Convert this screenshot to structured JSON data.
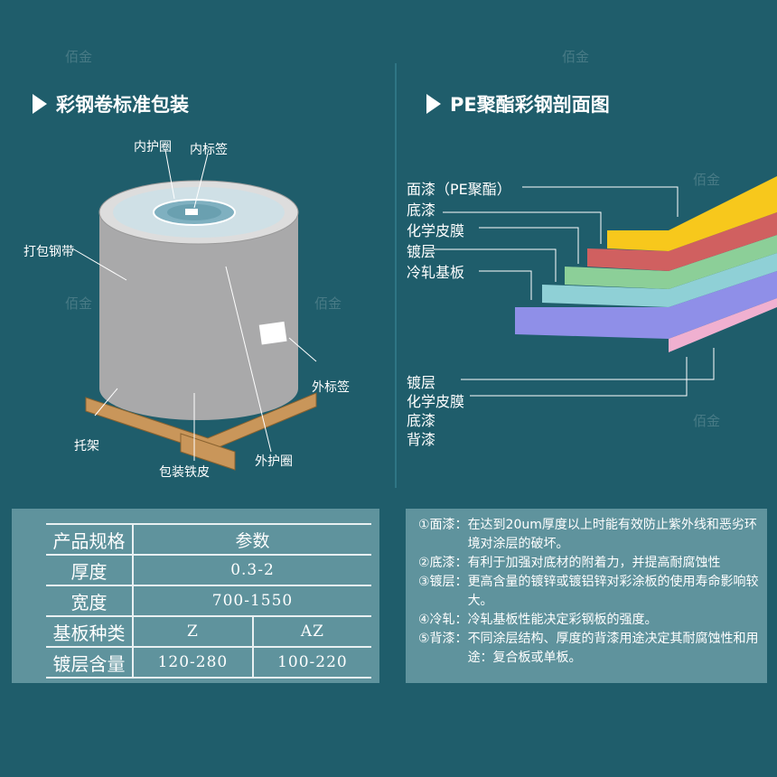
{
  "watermark": "佰金",
  "left": {
    "title": "彩钢卷标准包装",
    "labels": {
      "inner_ring": "内护圈",
      "inner_label": "内标签",
      "strap": "打包钢带",
      "outer_label": "外标签",
      "pallet": "托架",
      "outer_ring": "外护圈",
      "wrap": "包装铁皮"
    }
  },
  "right": {
    "title": "PE聚酯彩钢剖面图",
    "top_labels": [
      "面漆（PE聚酯）",
      "底漆",
      "化学皮膜",
      "镀层",
      "冷轧基板"
    ],
    "bottom_labels": [
      "镀层",
      "化学皮膜",
      "底漆",
      "背漆"
    ]
  },
  "table": {
    "header": [
      "产品规格",
      "参数"
    ],
    "rows": [
      {
        "name": "厚度",
        "value": "0.3-2"
      },
      {
        "name": "宽度",
        "value": "700-1550"
      }
    ],
    "base": {
      "name": "基板种类",
      "a": "Z",
      "b": "AZ"
    },
    "coat": {
      "name": "镀层含量",
      "a": "120-280",
      "b": "100-220"
    }
  },
  "notes": [
    {
      "k": "①面漆：",
      "v": "在达到20um厚度以上时能有效防止紫外线和恶劣环境对涂层的破坏。"
    },
    {
      "k": "②底漆：",
      "v": "有利于加强对底材的附着力，并提高耐腐蚀性"
    },
    {
      "k": "③镀层：",
      "v": "更高含量的镀锌或镀铝锌对彩涂板的使用寿命影响较大。"
    },
    {
      "k": "④冷轧：",
      "v": "冷轧基板性能决定彩钢板的强度。"
    },
    {
      "k": "⑤背漆：",
      "v": "不同涂层结构、厚度的背漆用途决定其耐腐蚀性和用途：复合板或单板。"
    }
  ]
}
